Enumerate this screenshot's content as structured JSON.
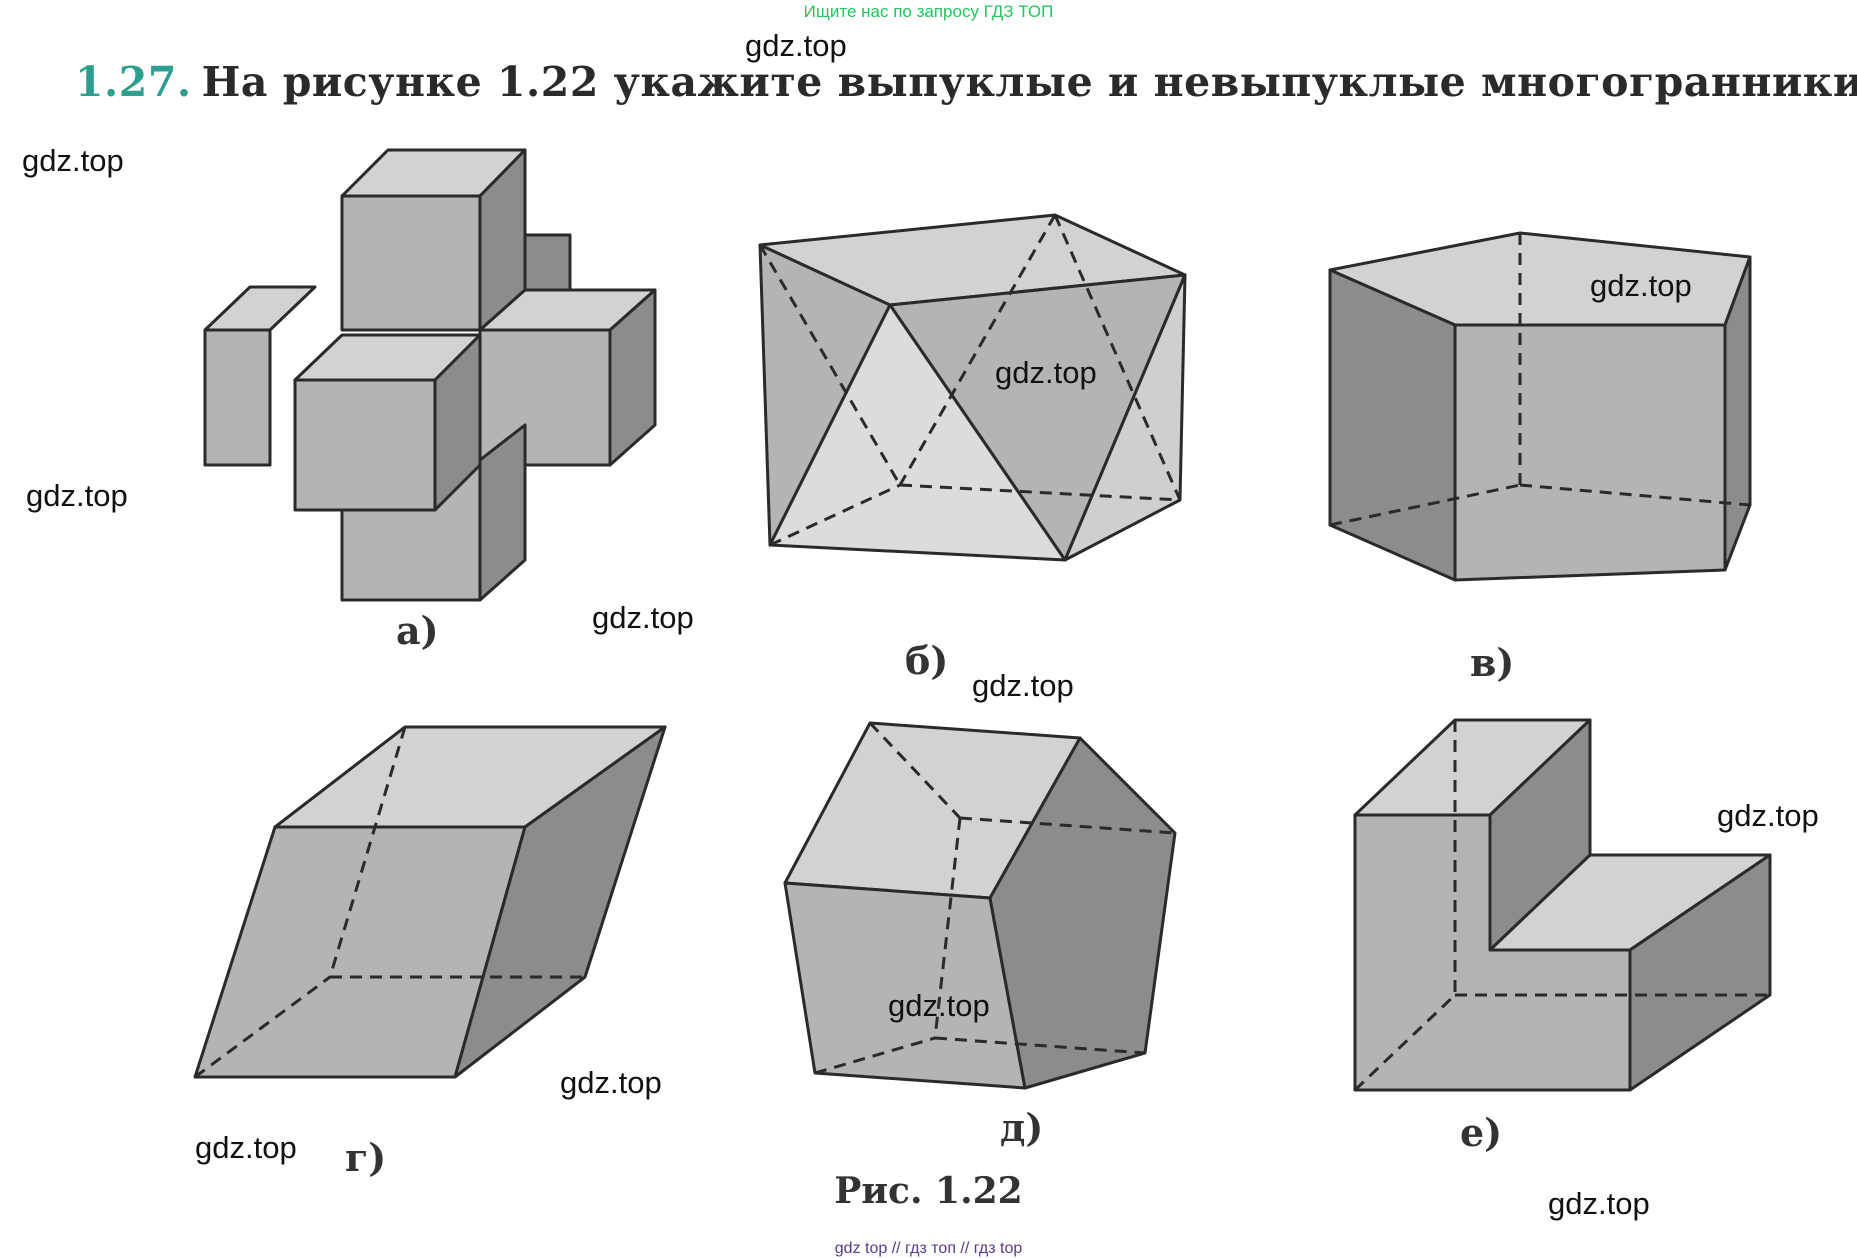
{
  "banner": "Ищите нас по запросу ГДЗ ТОП",
  "problem": {
    "number": "1.27.",
    "text": "На рисунке 1.22 укажите выпуклые и невыпуклые многогранники."
  },
  "watermark": "gdz.top",
  "figures": {
    "a": "а)",
    "b": "б)",
    "v": "в)",
    "g": "г)",
    "d": "д)",
    "e": "е)"
  },
  "caption": {
    "prefix": "Рис.",
    "number": "1.22"
  },
  "bottom_links": "gdz top  //  гдз топ  //  гдз top",
  "colors": {
    "face_light": "#d2d2d2",
    "face_mid": "#b4b4b4",
    "face_dark": "#8c8c8c",
    "edge": "#2a2a2a",
    "banner": "#22c55e",
    "problem_number": "#2e9e8f"
  }
}
